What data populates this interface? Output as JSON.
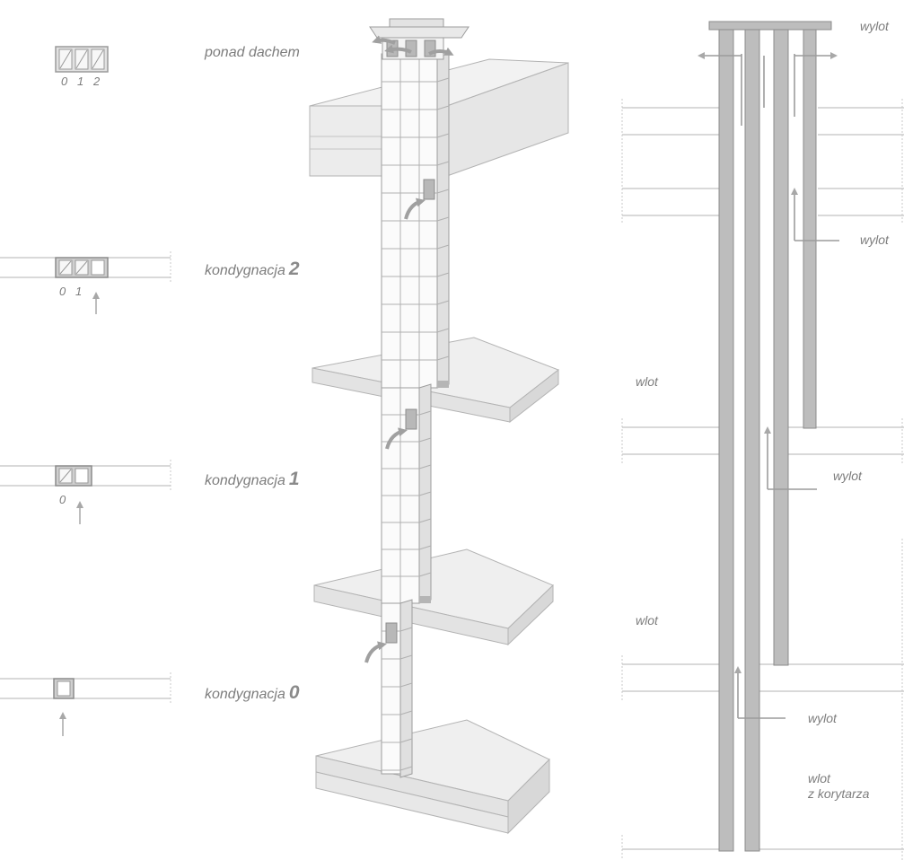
{
  "labels": {
    "above_roof": "ponad dachem",
    "floor_prefix": "kondygnacja",
    "floor2_number": "2",
    "floor1_number": "1",
    "floor0_number": "0",
    "outlet": "wylot",
    "inlet": "wlot",
    "inlet_corridor_line1": "wlot",
    "inlet_corridor_line2": "z korytarza"
  },
  "cross_sections": {
    "roof_indices": [
      "0",
      "1",
      "2"
    ],
    "floor2_indices": [
      "0",
      "1"
    ],
    "floor1_indices": [
      "0"
    ]
  },
  "colors": {
    "duct_fill": "#bdbdbd",
    "duct_stroke": "#8c8c8c",
    "arrow": "#a8a8a8",
    "slab_top": "#ededed",
    "slab_side": "#dcdcdc",
    "line": "#b3b3b3",
    "text": "#7d7d7d"
  }
}
